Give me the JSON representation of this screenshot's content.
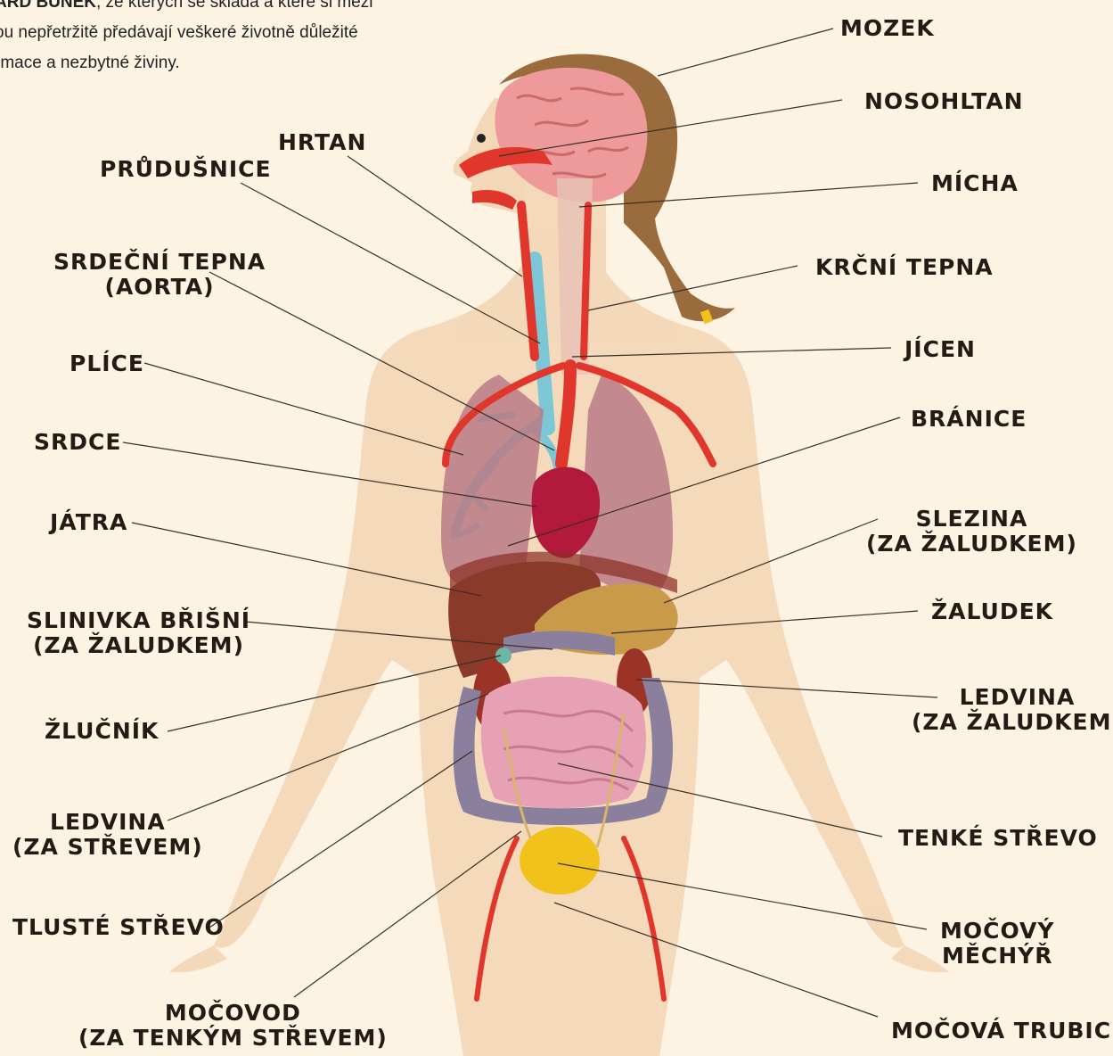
{
  "intro": {
    "line1_strong": "ARD BUNĚK",
    "line1_rest": ", ze kterých se skládá a které si mezi",
    "line2": "ou nepřetržitě předávají veškeré životně důležité",
    "line3": "rmace a nezbytné živiny."
  },
  "labels": {
    "mozek": "MOZEK",
    "nosohltan": "NOSOHLTAN",
    "hrtan": "HRTAN",
    "prudusnice": "PRŮDUŠNICE",
    "micha": "MÍCHA",
    "srdecni_tepna_1": "SRDEČNÍ TEPNA",
    "srdecni_tepna_2": "(AORTA)",
    "krcni_tepna": "KRČNÍ TEPNA",
    "jicen": "JÍCEN",
    "plice": "PLÍCE",
    "branice": "BRÁNICE",
    "srdce": "SRDCE",
    "jatra": "JÁTRA",
    "slezina_1": "SLEZINA",
    "slezina_2": "(ZA ŽALUDKEM)",
    "slinivka_1": "SLINIVKA BŘIŠNÍ",
    "slinivka_2": "(ZA ŽALUDKEM)",
    "zaludek": "ŽALUDEK",
    "ledvina_r_1": "LEDVINA",
    "ledvina_r_2": "(ZA ŽALUDKEM)",
    "zlucnik": "ŽLUČNÍK",
    "ledvina_l_1": "LEDVINA",
    "ledvina_l_2": "(ZA STŘEVEM)",
    "tenke_strevo": "TENKÉ STŘEVO",
    "tluste_strevo": "TLUSTÉ STŘEVO",
    "mocovy_mechyr_1": "MOČOVÝ",
    "mocovy_mechyr_2": "MĚCHÝŘ",
    "mocovod_1": "MOČOVOD",
    "mocovod_2": "(ZA TENKÝM STŘEVEM)",
    "mocova_trubice": "MOČOVÁ TRUBICE"
  },
  "colors": {
    "background": "#fdf3e3",
    "skin": "#f3d7b6",
    "hair": "#9a6b3c",
    "brain": "#ef9a9a",
    "artery": "#e0362b",
    "airway": "#7cc6d6",
    "lung": "#b97a86",
    "heart": "#b3193a",
    "liver": "#8a3a28",
    "stomach": "#c89a4a",
    "colon": "#8a7f9c",
    "small_intestine": "#e6a2b4",
    "kidney": "#9b3327",
    "bladder": "#f2c21c",
    "label_text": "#231c14"
  }
}
